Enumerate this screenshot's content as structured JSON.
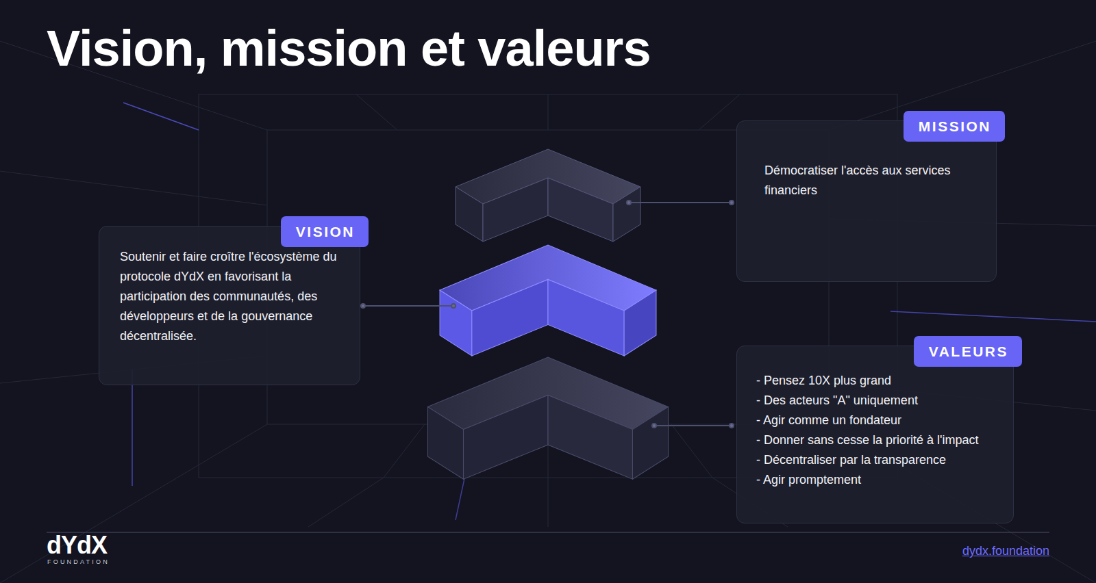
{
  "diagram": {
    "title": "Vision, mission et valeurs",
    "nodes": [
      {
        "text": [
          "MISSION",
          "Démocratiser l'accès aux services financiers"
        ]
      },
      {
        "text": [
          "VISION",
          "Soutenir et faire croître l'écosystème du protocole dYdX en favorisant la participation des communautés, des développeurs et de la gouvernance décentralisée."
        ]
      },
      {
        "text": [
          "VALEURS",
          "- Pensez 10X plus grand",
          "- Des acteurs \"A\" uniquement",
          "- Agir comme un fondateur",
          "- Donner sans cesse la priorité à l'impact",
          "- Décentraliser par la transparence",
          "- Agir promptement"
        ]
      }
    ],
    "labels": [
      "dYdX",
      "FOUNDATION",
      "dydx.foundation"
    ]
  }
}
